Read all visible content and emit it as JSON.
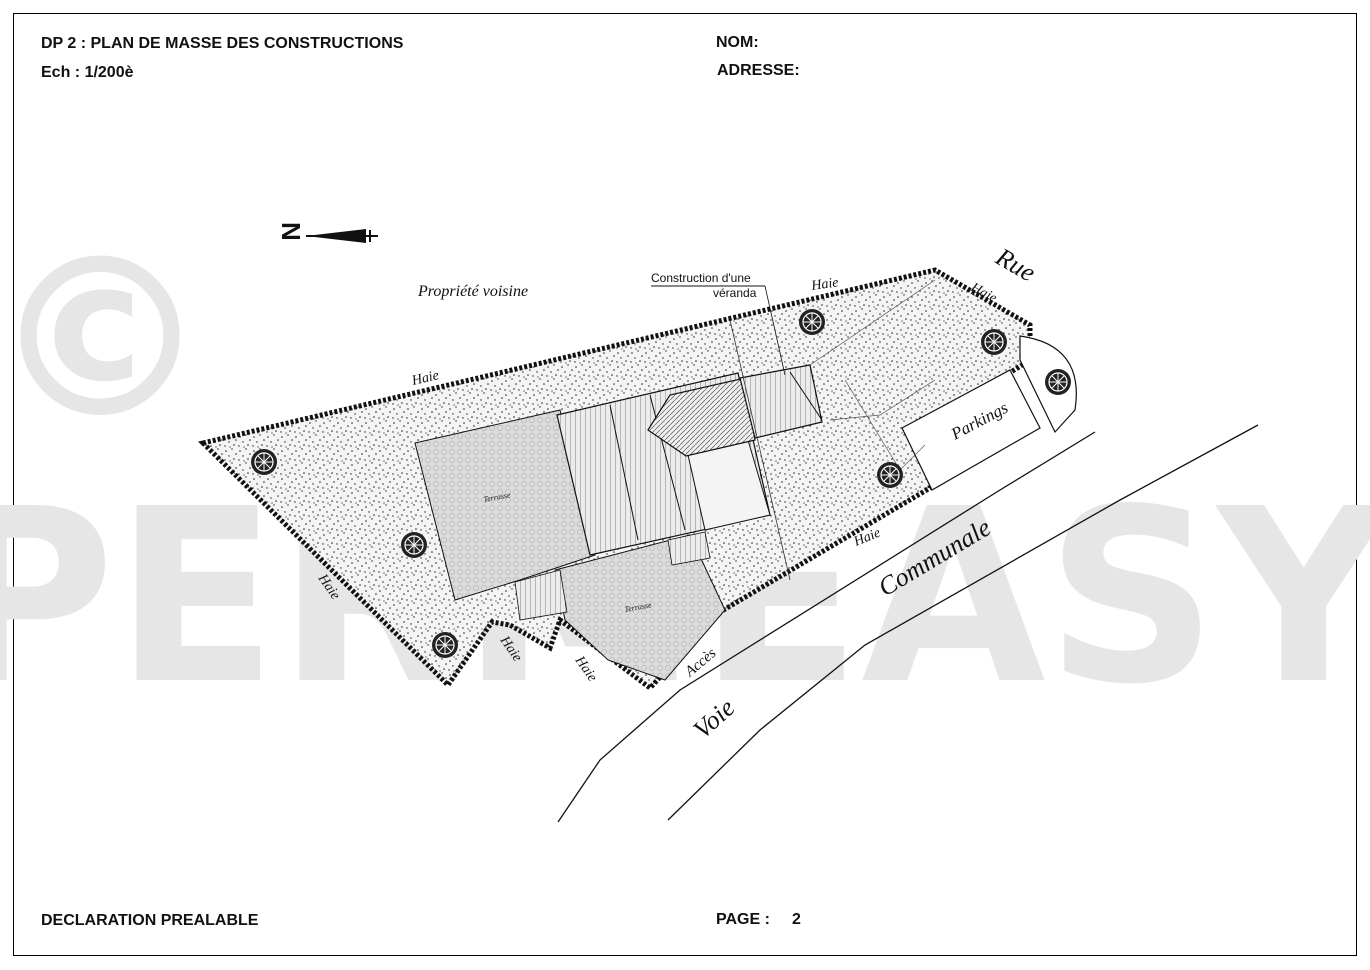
{
  "header": {
    "title": "DP 2 : PLAN DE MASSE DES CONSTRUCTIONS",
    "scale": "Ech : 1/200è",
    "name_label": "NOM:",
    "address_label": "ADRESSE:"
  },
  "footer": {
    "document_type": "DECLARATION PREALABLE",
    "page_label": "PAGE :",
    "page_number": "2"
  },
  "watermark": {
    "copyright_symbol": "©",
    "brand": "PERMEASY"
  },
  "north_arrow": {
    "letter": "N"
  },
  "plan_labels": {
    "neighbor": "Propriété voisine",
    "hedge": "Haie",
    "street": "Rue",
    "parking": "Parkings",
    "road_word1": "Voie",
    "road_word2": "Communale",
    "access": "Accès",
    "terrace": "Terrasse",
    "veranda_line1": "Construction d'une",
    "veranda_line2": "véranda"
  },
  "colors": {
    "stipple": "#222222",
    "terrace_fill": "#d9d9d9",
    "watermark": "#e6e6e6",
    "line": "#111111"
  }
}
